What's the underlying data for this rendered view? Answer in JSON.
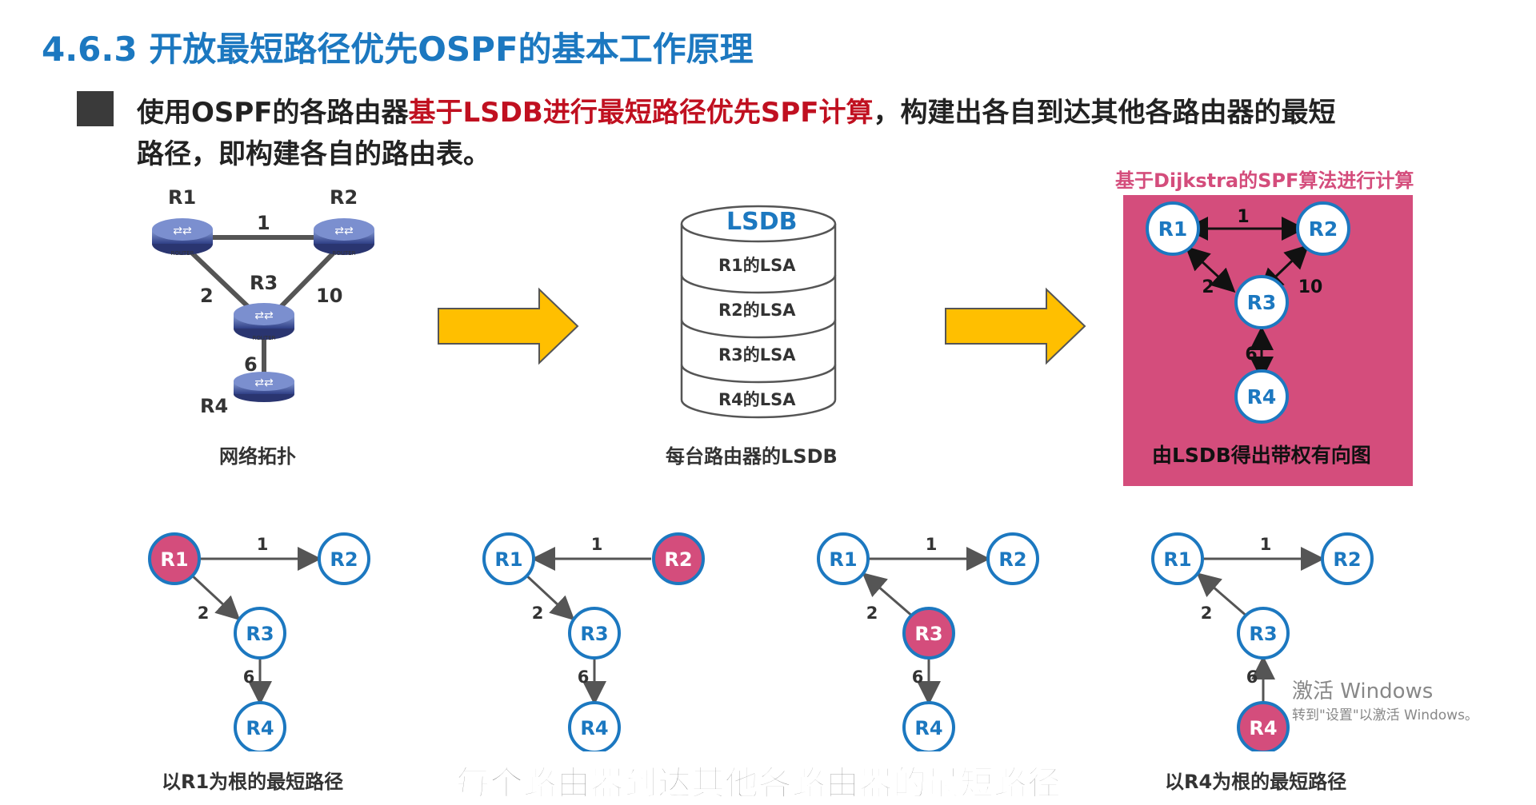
{
  "slide": {
    "title": "4.6.3 开放最短路径优先OSPF的基本工作原理",
    "bullet_line1_a": "使用OSPF的各路由器",
    "bullet_line1_red": "基于LSDB进行最短路径优先SPF计算",
    "bullet_line1_b": "，构建出各自到达其他各路由器的最短",
    "bullet_line2": "路径，即构建各自的路由表。"
  },
  "topology": {
    "caption": "网络拓扑",
    "routers": [
      "R1",
      "R2",
      "R3",
      "R4"
    ],
    "router_tag": "ROUTER",
    "link_costs": {
      "r1_r2": "1",
      "r1_r3": "2",
      "r2_r3": "10",
      "r3_r4": "6"
    }
  },
  "lsdb": {
    "header": "LSDB",
    "entries": [
      "R1的LSA",
      "R2的LSA",
      "R3的LSA",
      "R4的LSA"
    ],
    "caption": "每台路由器的LSDB"
  },
  "graph_panel": {
    "title": "基于Dijkstra的SPF算法进行计算",
    "caption": "由LSDB得出带权有向图",
    "background_color": "#d44d7c",
    "nodes": [
      "R1",
      "R2",
      "R3",
      "R4"
    ],
    "costs": {
      "r1_r2": "1",
      "r1_r3": "2",
      "r2_r3": "10",
      "r3_r4": "6"
    }
  },
  "trees": [
    {
      "root": "R1",
      "caption": "以R1为根的最短路径"
    },
    {
      "root": "R2",
      "caption": ""
    },
    {
      "root": "R3",
      "caption": ""
    },
    {
      "root": "R4",
      "caption": "以R4为根的最短路径"
    }
  ],
  "tree_costs": {
    "r1_r2": "1",
    "r1_r3": "2",
    "r3_r4": "6"
  },
  "node_labels": {
    "r1": "R1",
    "r2": "R2",
    "r3": "R3",
    "r4": "R4"
  },
  "video_subtitle": "每个路由器到达其他各路由器的最短路径。",
  "watermark": {
    "line1": "激活 Windows",
    "line2": "转到\"设置\"以激活 Windows。"
  },
  "colors": {
    "title_blue": "#1c78c0",
    "node_blue": "#1c78c0",
    "root_pink": "#d44d7c",
    "arrow_yellow": "#ffbf00",
    "highlight_red": "#c01020"
  }
}
